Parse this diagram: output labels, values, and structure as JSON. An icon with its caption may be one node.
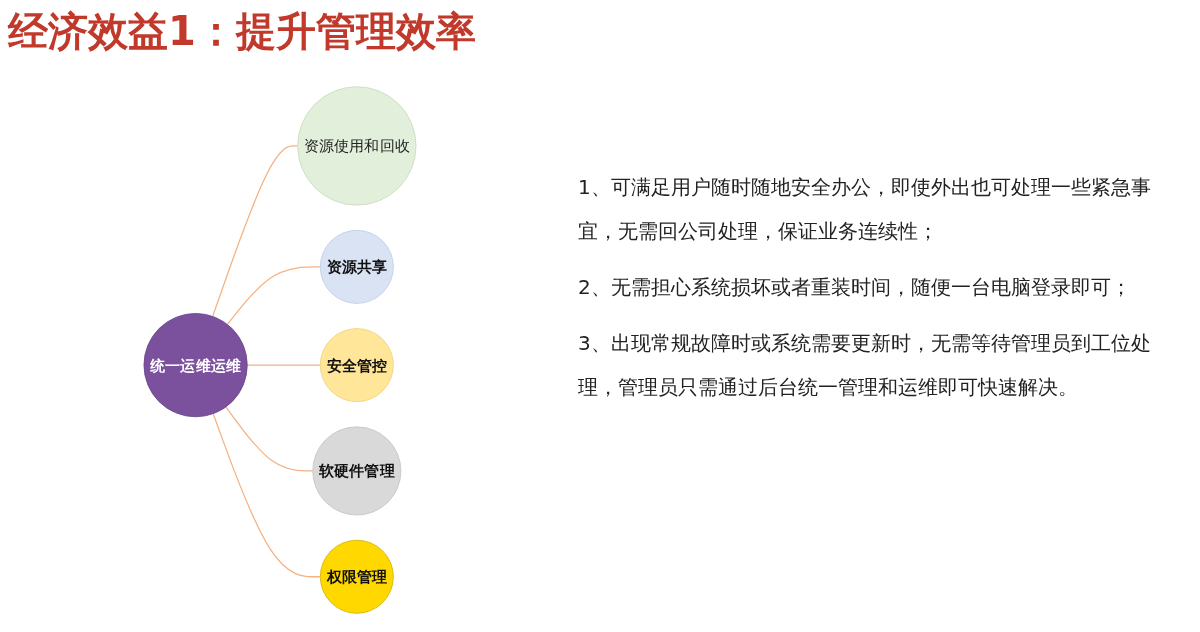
{
  "diagram": {
    "title": "经济效益1：提升管理效率",
    "nodes": [
      {
        "text": [
          "统一运维运维"
        ]
      },
      {
        "text": [
          "资源使用和回收"
        ]
      },
      {
        "text": [
          "资源共享"
        ]
      },
      {
        "text": [
          "安全管控"
        ]
      },
      {
        "text": [
          "软硬件管理"
        ]
      },
      {
        "text": [
          "权限管理"
        ]
      }
    ],
    "edges": [
      {
        "from": 0,
        "to": 1,
        "arrow": "none"
      },
      {
        "from": 0,
        "to": 2,
        "arrow": "none"
      },
      {
        "from": 0,
        "to": 3,
        "arrow": "none"
      },
      {
        "from": 0,
        "to": 4,
        "arrow": "none"
      },
      {
        "from": 0,
        "to": 5,
        "arrow": "none"
      }
    ],
    "labels": [
      "1、可满足用户随时随地安全办公，即使外出也可处理一些紧急事宜，无需回公司处理，保证业务连续性；",
      "2、无需担心系统损坏或者重装时间，随便一台电脑登录即可；",
      "3、出现常规故障时或系统需要更新时，无需等待管理员到工位处理，管理员只需通过后台统一管理和运维即可快速解决。"
    ]
  }
}
